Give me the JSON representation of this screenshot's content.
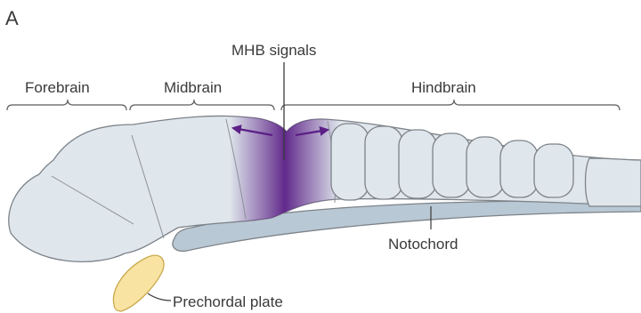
{
  "panel_label": "A",
  "regions": {
    "forebrain": "Forebrain",
    "midbrain": "Midbrain",
    "hindbrain": "Hindbrain"
  },
  "callouts": {
    "mhb_signals": "MHB signals",
    "notochord": "Notochord",
    "prechordal_plate": "Prechordal plate"
  },
  "colors": {
    "neural_tube_fill": "#dfe6ec",
    "neural_tube_stroke": "#7d8389",
    "signal_purple": "#5b1f86",
    "notochord_fill": "#b8c8d4",
    "prechordal_fill": "#f8e3a3",
    "prechordal_stroke": "#c9a94a",
    "bracket": "#5b5b5b",
    "text": "#3a3a3a"
  }
}
